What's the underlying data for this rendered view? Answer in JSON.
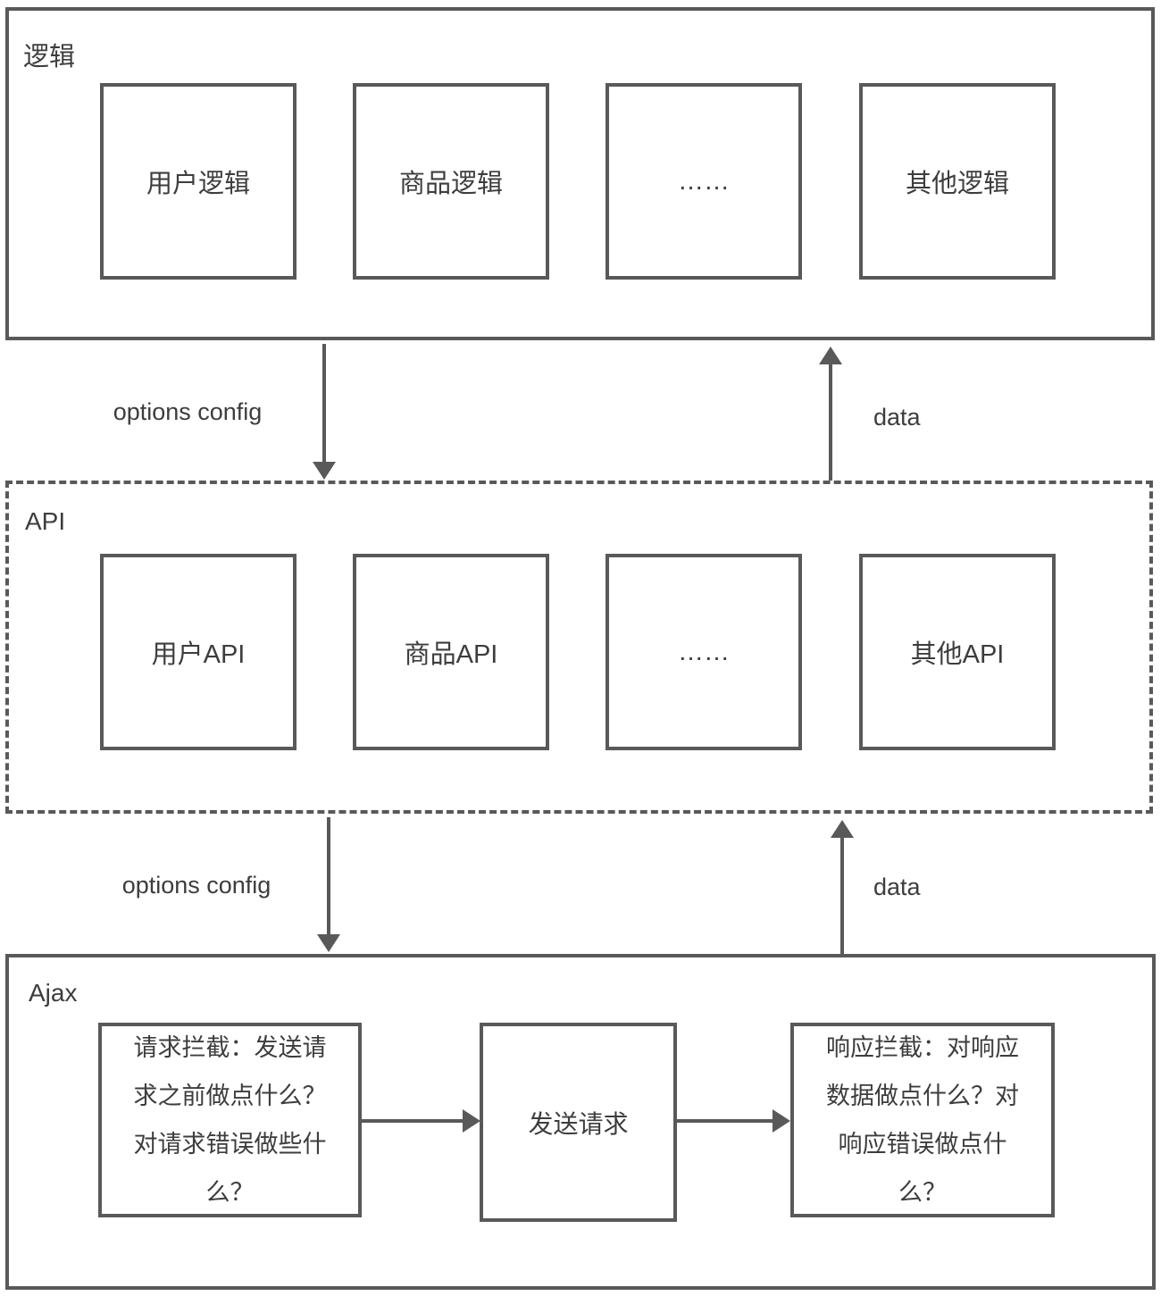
{
  "colors": {
    "line": "#595959",
    "text": "#3d3d3d",
    "background": "#ffffff"
  },
  "layers": {
    "logic": {
      "title": "逻辑",
      "boxes": [
        "用户逻辑",
        "商品逻辑",
        "……",
        "其他逻辑"
      ]
    },
    "api": {
      "title": "API",
      "boxes": [
        "用户API",
        "商品API",
        "……",
        "其他API"
      ]
    },
    "ajax": {
      "title": "Ajax",
      "boxes": [
        "请求拦截：发送请求之前做点什么？对请求错误做些什么？",
        "发送请求",
        "响应拦截：对响应数据做点什么？对响应错误做点什么？"
      ]
    }
  },
  "arrows": {
    "logic_to_api_label": "options config",
    "api_to_logic_label": "data",
    "api_to_ajax_label": "options config",
    "ajax_to_api_label": "data"
  }
}
